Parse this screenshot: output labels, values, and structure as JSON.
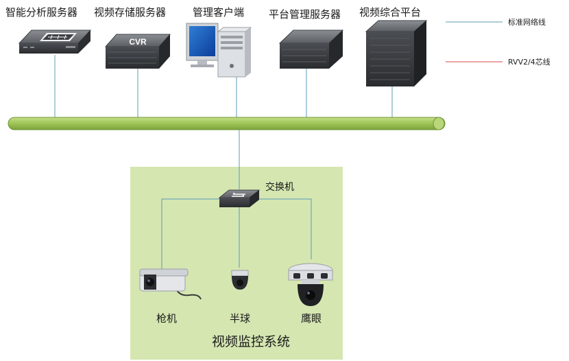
{
  "servers": [
    {
      "label": "智能分析服务器",
      "icon": "analysis-server-icon"
    },
    {
      "label": "视频存储服务器",
      "icon": "cvr-storage-icon",
      "badge": "CVR"
    },
    {
      "label": "管理客户端",
      "icon": "desktop-computer-icon"
    },
    {
      "label": "平台管理服务器",
      "icon": "rack-server-icon"
    },
    {
      "label": "视频综合平台",
      "icon": "integrated-platform-icon"
    }
  ],
  "legend": [
    {
      "label": "标准网络线",
      "color": "#5b9bb5"
    },
    {
      "label": "RVV2/4芯线",
      "color": "#d94a4a"
    }
  ],
  "switch": {
    "label": "交换机",
    "icon": "network-switch-icon"
  },
  "cameras": [
    {
      "label": "枪机",
      "icon": "bullet-camera-icon"
    },
    {
      "label": "半球",
      "icon": "dome-camera-icon"
    },
    {
      "label": "鹰眼",
      "icon": "panoramic-camera-icon"
    }
  ],
  "zone": {
    "title": "视频监控系统"
  },
  "colors": {
    "bus": "#a2c75a",
    "zone": "#d5e6b1",
    "link": "#5b9bb5"
  }
}
